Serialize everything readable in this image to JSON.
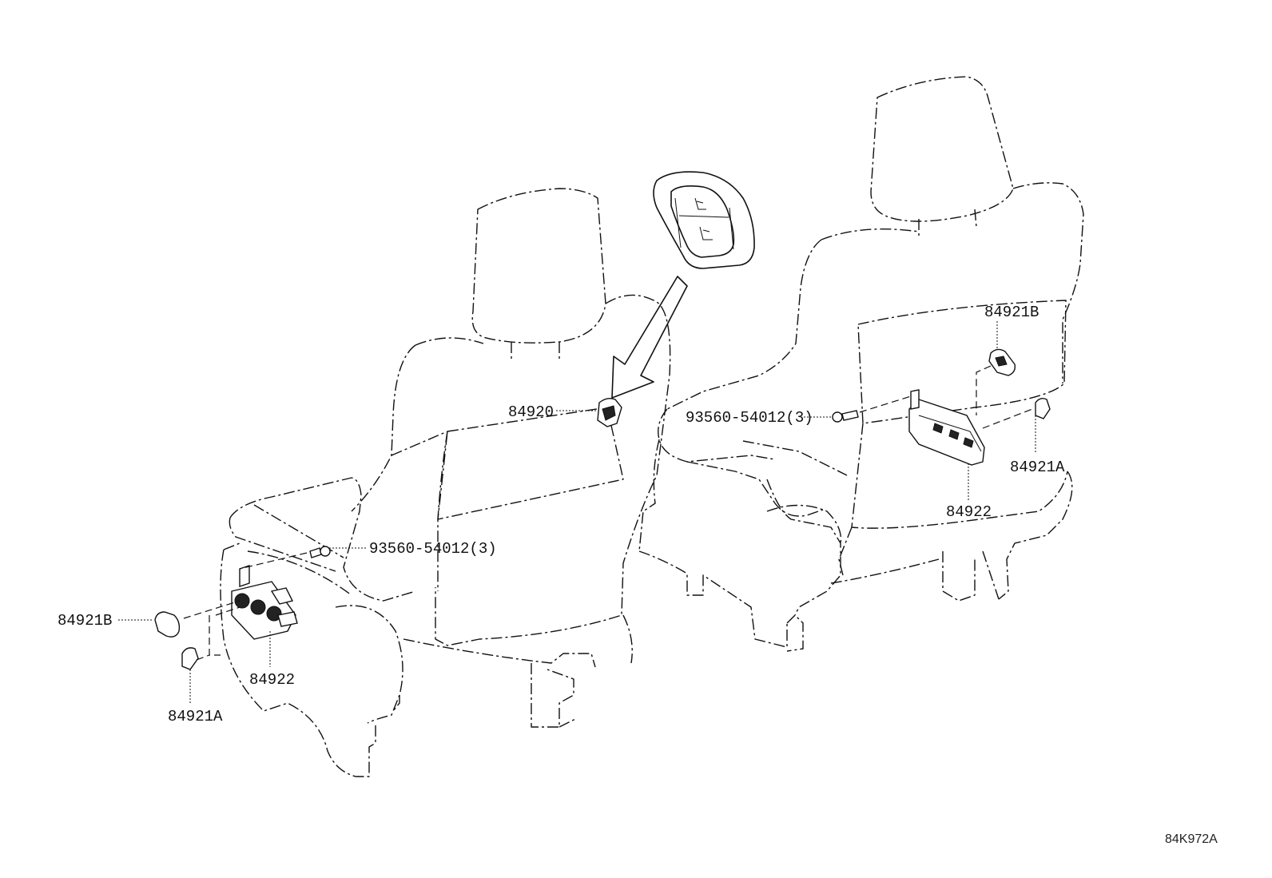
{
  "diagram": {
    "figure_code": "84K972A",
    "labels": {
      "left_bolt": "93560-54012(3)",
      "left_knob_b": "84921B",
      "left_switch": "84922",
      "left_knob_a": "84921A",
      "center_switch": "84920",
      "right_bolt": "93560-54012(3)",
      "right_knob_b": "84921B",
      "right_knob_a": "84921A",
      "right_switch": "84922"
    },
    "icons": {
      "detail_inset": "seat-adjust-switch-detail-icon",
      "callout_arrow": "arrow-down-left-icon"
    }
  }
}
